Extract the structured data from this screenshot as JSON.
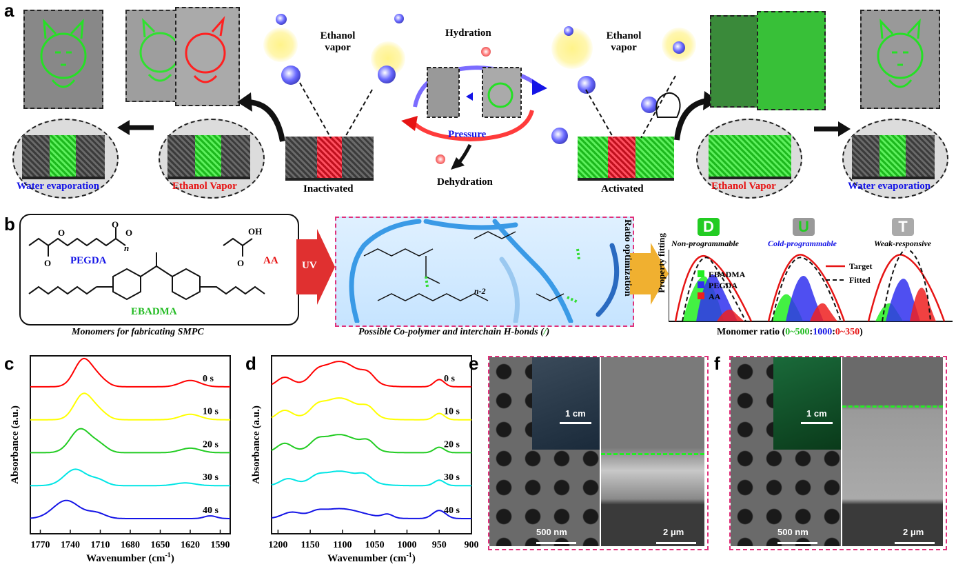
{
  "panels": {
    "a": "a",
    "b": "b",
    "c": "c",
    "d": "d",
    "e": "e",
    "f": "f"
  },
  "panel_a": {
    "ethanol_vapor_left": "Ethanol vapor",
    "ethanol_vapor_right": "Ethanol vapor",
    "hydration": "Hydration",
    "pressure": "Pressure",
    "dehydration": "Dehydration",
    "inactivated": "Inactivated",
    "activated": "Activated",
    "water_evaporation_left": "Water evaporation",
    "water_evaporation_right": "Water evaporation",
    "ethanol_vapor_red_left": "Ethanol Vapor",
    "ethanol_vapor_red_right": "Ethanol Vapor"
  },
  "panel_b": {
    "pegda": "PEGDA",
    "aa": "AA",
    "ebadma": "EBADMA",
    "n_label": "n",
    "n2_label": "n-2",
    "oh_label": "OH",
    "monomers_caption": "Monomers for fabricating SMPC",
    "uv": "UV",
    "copolymer_caption": "Possible Co-polymer and interchain H-bonds (",
    "copolymer_caption_end": ")",
    "ratio_optimization": "Ratio optimization",
    "badge_d": "D",
    "badge_u": "U",
    "badge_t": "T",
    "non_programmable": "Non-programmable",
    "cold_programmable": "Cold-programmable",
    "weak_responsive": "Weak-responsive",
    "property_fitting": "Property fitting",
    "legend_ebadma": "EBADMA",
    "legend_pegda": "PEGDA",
    "legend_aa": "AA",
    "legend_target": "Target",
    "legend_fitted": "Fitted",
    "monomer_ratio_prefix": "Monomer ratio (",
    "ratio_green": "0~500",
    "ratio_sep1": ":",
    "ratio_blue": "1000",
    "ratio_sep2": ":",
    "ratio_red": "0~350",
    "ratio_suffix": ")"
  },
  "chart_data": [
    {
      "type": "line",
      "panel": "c",
      "xlabel": "Wavenumber (cm",
      "xlabel_sup": "-1",
      "xlabel_end": ")",
      "ylabel": "Absorbance (a.u.)",
      "xlim": [
        1780,
        1580
      ],
      "x_reversed": true,
      "xticks": [
        1770,
        1740,
        1710,
        1680,
        1650,
        1620,
        1590
      ],
      "series": [
        {
          "name": "0 s",
          "color": "#ff0000",
          "offset": 4,
          "peaks": [
            [
              1727,
              1.5,
              9
            ],
            [
              1711,
              0.4,
              8
            ],
            [
              1620,
              0.35,
              10
            ]
          ]
        },
        {
          "name": "10 s",
          "color": "#ffff00",
          "offset": 3,
          "peaks": [
            [
              1727,
              1.4,
              9
            ],
            [
              1711,
              0.4,
              8
            ],
            [
              1620,
              0.3,
              10
            ]
          ]
        },
        {
          "name": "20 s",
          "color": "#22cc22",
          "offset": 2,
          "peaks": [
            [
              1730,
              1.3,
              10
            ],
            [
              1711,
              0.4,
              8
            ],
            [
              1620,
              0.25,
              10
            ]
          ]
        },
        {
          "name": "30 s",
          "color": "#00e5e5",
          "offset": 1,
          "peaks": [
            [
              1735,
              0.9,
              11
            ],
            [
              1712,
              0.3,
              8
            ],
            [
              1625,
              0.15,
              10
            ]
          ]
        },
        {
          "name": "40 s",
          "color": "#1414e6",
          "offset": 0,
          "peaks": [
            [
              1744,
              1.0,
              13
            ],
            [
              1714,
              0.3,
              9
            ],
            [
              1600,
              0.15,
              6
            ]
          ]
        }
      ]
    },
    {
      "type": "line",
      "panel": "d",
      "xlabel": "Wavenumber (cm",
      "xlabel_sup": "-1",
      "xlabel_end": ")",
      "ylabel": "Absorbance (a.u.)",
      "xlim": [
        1210,
        900
      ],
      "x_reversed": true,
      "xticks": [
        1200,
        1150,
        1100,
        1050,
        1000,
        950,
        900
      ],
      "series": [
        {
          "name": "0 s",
          "color": "#ff0000",
          "offset": 4,
          "peaks": [
            [
              1105,
              1.4,
              30
            ],
            [
              1190,
              0.5,
              12
            ],
            [
              1140,
              0.3,
              10
            ],
            [
              1060,
              0.4,
              10
            ],
            [
              950,
              0.4,
              8
            ]
          ]
        },
        {
          "name": "10 s",
          "color": "#ffff00",
          "offset": 3,
          "peaks": [
            [
              1105,
              1.2,
              30
            ],
            [
              1190,
              0.5,
              12
            ],
            [
              1140,
              0.3,
              10
            ],
            [
              1060,
              0.4,
              10
            ],
            [
              950,
              0.35,
              8
            ]
          ]
        },
        {
          "name": "20 s",
          "color": "#22cc22",
          "offset": 2,
          "peaks": [
            [
              1105,
              1.0,
              30
            ],
            [
              1190,
              0.5,
              12
            ],
            [
              1140,
              0.3,
              10
            ],
            [
              1060,
              0.4,
              10
            ],
            [
              950,
              0.3,
              8
            ]
          ]
        },
        {
          "name": "30 s",
          "color": "#00e5e5",
          "offset": 1,
          "peaks": [
            [
              1105,
              0.8,
              32
            ],
            [
              1185,
              0.35,
              12
            ],
            [
              1140,
              0.2,
              10
            ],
            [
              1065,
              0.3,
              10
            ],
            [
              950,
              0.3,
              8
            ]
          ]
        },
        {
          "name": "40 s",
          "color": "#1414e6",
          "offset": 0,
          "peaks": [
            [
              1105,
              0.55,
              35
            ],
            [
              1180,
              0.3,
              14
            ],
            [
              1140,
              0.15,
              10
            ],
            [
              1030,
              0.2,
              8
            ],
            [
              950,
              0.45,
              10
            ]
          ]
        }
      ]
    }
  ],
  "panel_e": {
    "scale_photo": "1 cm",
    "scale_top": "500 nm",
    "scale_cross": "2 μm"
  },
  "panel_f": {
    "scale_photo": "1 cm",
    "scale_top": "500 nm",
    "scale_cross": "2 μm"
  },
  "colors": {
    "red": "#e61414",
    "blue": "#1414e6",
    "green": "#22bb22",
    "gray": "#999999",
    "frame_magenta": "#e0307a"
  }
}
